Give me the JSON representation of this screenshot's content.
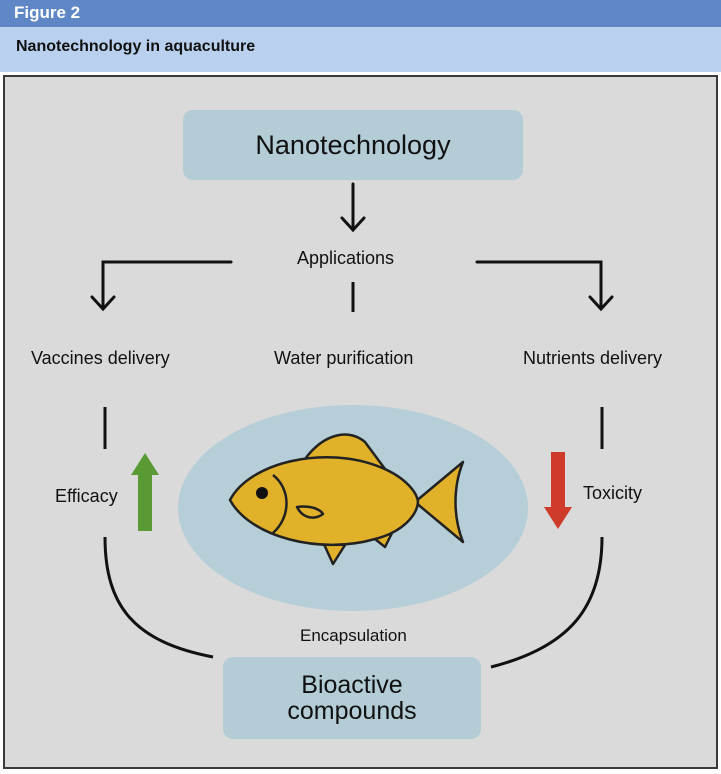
{
  "header": {
    "figure_label": "Figure 2",
    "caption": "Nanotechnology in aquaculture"
  },
  "diagram": {
    "top_node": "Nanotechnology",
    "applications_label": "Applications",
    "branches": {
      "left": "Vaccines delivery",
      "center": "Water purification",
      "right": "Nutrients delivery"
    },
    "left_effect": "Efficacy",
    "right_effect": "Toxicity",
    "encapsulation_label": "Encapsulation",
    "bottom_node_line1": "Bioactive",
    "bottom_node_line2": "compounds"
  },
  "colors": {
    "up_arrow": "#5a9a35",
    "down_arrow": "#cf3b2a",
    "fish": "#e2b12a",
    "ellipse": "#b6ced8"
  },
  "icons": [
    "fish-icon",
    "up-arrow-icon",
    "down-arrow-icon"
  ]
}
